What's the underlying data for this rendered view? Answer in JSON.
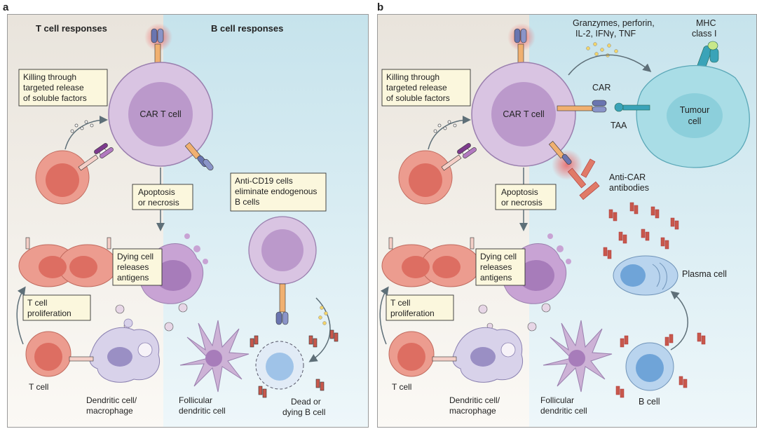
{
  "panel_a": {
    "letter": "a",
    "t_cell_responses": "T cell responses",
    "b_cell_responses": "B cell responses",
    "killing_box": [
      "Killing through",
      "targeted release",
      "of soluble factors"
    ],
    "car_t_cell": "CAR T cell",
    "apoptosis_box": [
      "Apoptosis",
      "or necrosis"
    ],
    "anti_cd19_box": [
      "Anti-CD19 cells",
      "eliminate endogenous",
      "B cells"
    ],
    "dying_cell": [
      "Dying cell",
      "releases",
      "antigens"
    ],
    "t_cell_prolif": [
      "T cell",
      "proliferation"
    ],
    "t_cell": "T cell",
    "dendritic": [
      "Dendritic cell/",
      "macrophage"
    ],
    "follicular": [
      "Follicular",
      "dendritic cell"
    ],
    "dead_b": [
      "Dead or",
      "dying B cell"
    ]
  },
  "panel_b": {
    "letter": "b",
    "granzymes": [
      "Granzymes, perforin,",
      "IL-2, IFNγ, TNF"
    ],
    "mhc": [
      "MHC",
      "class I"
    ],
    "killing_box": [
      "Killing through",
      "targeted release",
      "of soluble factors"
    ],
    "car_t_cell": "CAR T cell",
    "car": "CAR",
    "taa": "TAA",
    "tumour": [
      "Tumour",
      "cell"
    ],
    "anti_car": [
      "Anti-CAR",
      "antibodies"
    ],
    "apoptosis_box": [
      "Apoptosis",
      "or necrosis"
    ],
    "dying_cell": [
      "Dying cell",
      "releases",
      "antigens"
    ],
    "plasma_cell": "Plasma cell",
    "t_cell_prolif": [
      "T cell",
      "proliferation"
    ],
    "t_cell": "T cell",
    "dendritic": [
      "Dendritic cell/",
      "macrophage"
    ],
    "follicular": [
      "Follicular",
      "dendritic cell"
    ],
    "b_cell": "B cell"
  },
  "colors": {
    "car_t_fill": "#d9c4e2",
    "car_t_nucleus": "#bb99cb",
    "red_cell": "#ec9c8f",
    "red_nucleus": "#dd6e62",
    "tumour": "#a9dde6",
    "b_cell": "#b9d4ee",
    "label_box": "#fbf7dd"
  }
}
